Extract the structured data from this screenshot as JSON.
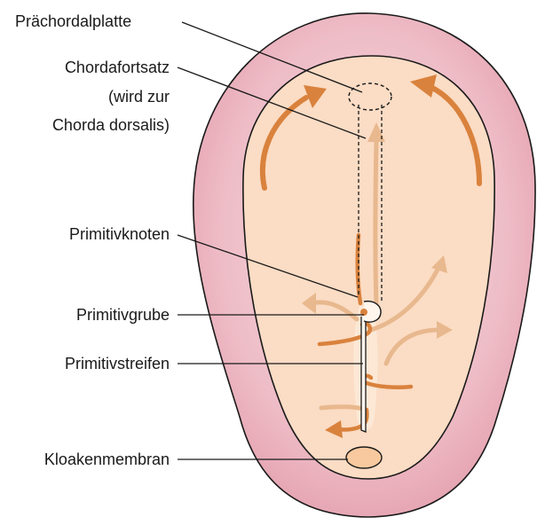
{
  "labels": {
    "praechordalplatte": "Prächordalplatte",
    "chordafortsatz": [
      "Chordafortsatz",
      "(wird zur",
      "Chorda dorsalis)"
    ],
    "primitivknoten": "Primitivknoten",
    "primitivgrube": "Primitivgrube",
    "primitivstreifen": "Primitivstreifen",
    "kloakenmembran": "Kloakenmembran"
  },
  "colors": {
    "outer_ring": "#e8a8b4",
    "outer_ring_light": "#f3d3d9",
    "inner_disc": "#fbdcc4",
    "arrow_dark": "#d9823d",
    "arrow_light": "#e8b88e",
    "outline": "#1a1a1a"
  }
}
